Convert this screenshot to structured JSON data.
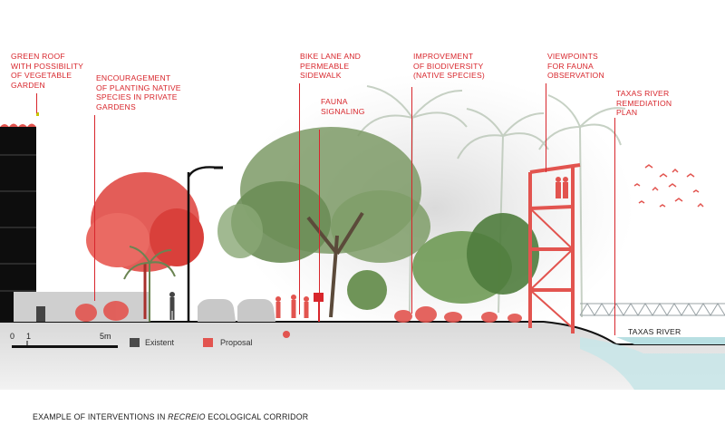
{
  "labels": {
    "green_roof": "GREEN ROOF\nWITH POSSIBILITY\nOF VEGETABLE\nGARDEN",
    "native_planting": "ENCOURAGEMENT\nOF PLANTING NATIVE\nSPECIES IN PRIVATE\nGARDENS",
    "bike_lane": "BIKE LANE AND\nPERMEABLE\nSIDEWALK",
    "fauna_signaling": "FAUNA\nSIGNALING",
    "biodiversity": "IMPROVEMENT\nOF BIODIVERSITY\n(NATIVE SPECIES)",
    "viewpoints": "VIEWPOINTS\nFOR FAUNA\nOBSERVATION",
    "remediation": "TAXAS RIVER\nREMEDIATION\nPLAN"
  },
  "river_label": "TAXAS RIVER",
  "scale": {
    "zero": "0",
    "one": "1",
    "five": "5m"
  },
  "legend": [
    {
      "label": "Existent",
      "color": "#4a4a4a"
    },
    {
      "label": "Proposal",
      "color": "#e2544f"
    }
  ],
  "caption": {
    "prefix": "EXAMPLE OF INTERVENTIONS IN ",
    "italic": "RECREIO",
    "suffix": " ECOLOGICAL CORRIDOR"
  },
  "colors": {
    "accent": "#d8262c",
    "proposal": "#e2544f",
    "existent": "#4a4a4a",
    "river": "#c9e6e8"
  }
}
